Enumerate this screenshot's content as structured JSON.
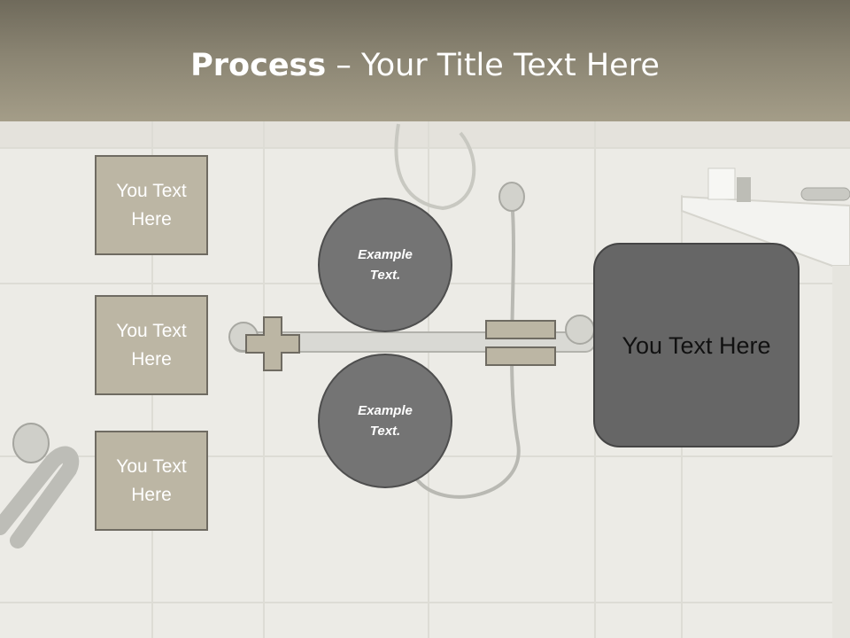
{
  "slide": {
    "title_bold": "Process",
    "title_rest": " – Your Title Text Here"
  },
  "left_boxes": [
    {
      "label": "You Text Here"
    },
    {
      "label": "You Text Here"
    },
    {
      "label": "You Text Here"
    }
  ],
  "circles": [
    {
      "label": "Example Text."
    },
    {
      "label": "Example Text."
    }
  ],
  "result": {
    "label": "You Text Here"
  },
  "operators": {
    "plus": "plus-icon",
    "equals": "equals-icon"
  },
  "colors": {
    "header": "#8a8472",
    "box_fill": "#bcb6a4",
    "circle_fill": "#747474",
    "result_fill": "#666666",
    "operator_fill": "#bcb6a4"
  }
}
